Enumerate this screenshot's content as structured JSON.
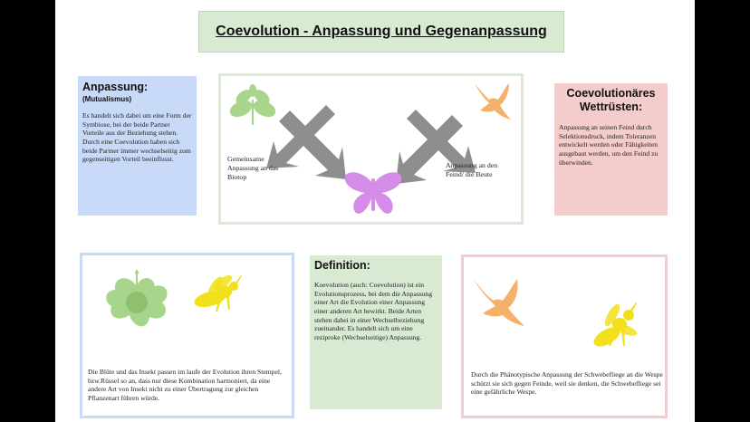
{
  "title": "Coevolution - Anpassung und Gegenanpassung",
  "anpassung": {
    "heading": "Anpassung:",
    "subheading": "(Mutualismus)",
    "text": "Es handelt sich dabei um eine Form der Symbiose, bei der beide Partner Vorteile aus der Beziehung stehen. Durch eine Coevolution haben sich beide Partner immer wechselseitig zum gegenseitigen Vorteil beeinflusst."
  },
  "wettruesten": {
    "heading": "Coevolutionäres Wettrüsten:",
    "text": "Anpassung an seinen Feind durch Selektionsdruck, indem Toleranzen entwickelt werden oder Fähigkeiten ausgebaut werden, um den Feind zu überwinden."
  },
  "center_diagram": {
    "left_label": "Gemeinsame Anpassung an das Biotop",
    "right_label": "Anpassung an den Feind/ die Beute",
    "colors": {
      "plant": "#a8d58c",
      "bird": "#f5b06a",
      "butterfly": "#d58ce8",
      "arrow": "#8e8e8e"
    }
  },
  "bottom_left": {
    "caption": "Die Blüte und das Insekt passen im laufe der Evolution ihren Stempel, bzw.Rüssel so an, dass nur diese Kombination harmoniert, da eine andere Art von Insekt nicht zu einer Übertragung zur gleichen Pflanzenart führen würde.",
    "colors": {
      "flower": "#a8d58c",
      "bee": "#f2e01c"
    }
  },
  "definition": {
    "heading": "Definition:",
    "text": "Koevolution (auch: Coevolution) ist ein Evolutionsprozess, bei dem die Anpassung einer Art die Evolution einer Anpassung einer anderen Art bewirkt. Beide Arten stehen dabei in einer Wechselbeziehung zueinander. Es handelt sich um eine reziproke (Wechselseitige) Anpassung."
  },
  "bottom_right": {
    "caption": "Durch die Phänotypische Anpassung der Schwebefliege an die Wespe schützt sie sich gegen Feinde, weil sie denken, die Schwebefliege sei eine gefährliche Wespe.",
    "colors": {
      "bird": "#f5b06a",
      "wasp": "#f2e01c"
    }
  }
}
